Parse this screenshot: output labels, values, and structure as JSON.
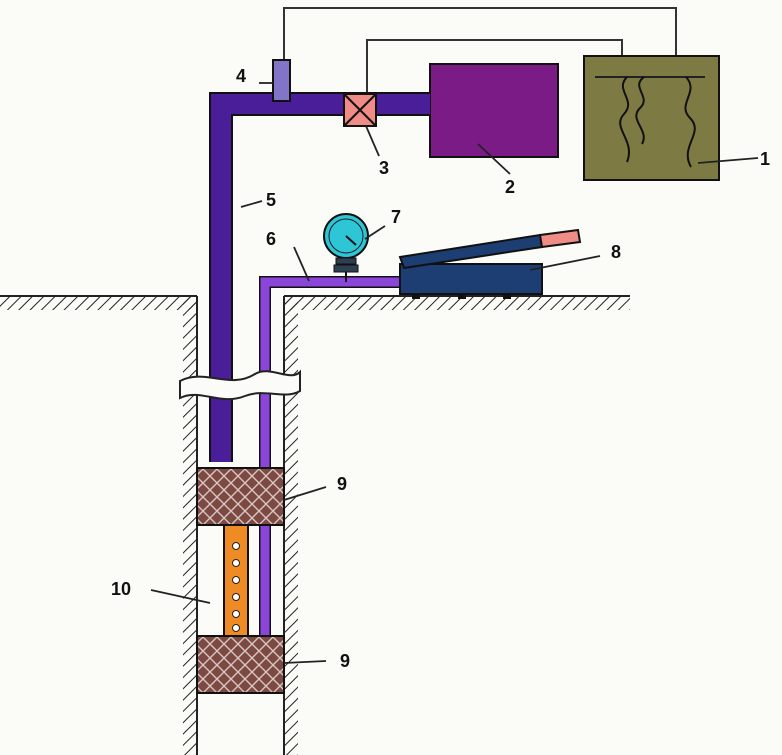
{
  "diagram": {
    "callouts": {
      "recorder": "1",
      "source_box": "2",
      "valve": "3",
      "sensor": "4",
      "large_pipe": "5",
      "small_pipe": "6",
      "pressure_gauge": "7",
      "hand_pump": "8",
      "packer_upper": "9",
      "packer_lower": "9",
      "test_zone": "10"
    },
    "colors": {
      "recorder": "#7d7b43",
      "source_box": "#7b1c86",
      "large_pipe": "#4a1e98",
      "small_pipe": "#8b46d9",
      "valve": "#f08c86",
      "sensor": "#8275c8",
      "hand_pump_base": "#1d3e72",
      "packer": "#7c4a42",
      "test_zone": "#ef8b24",
      "gauge": "#2ec6d7"
    }
  }
}
